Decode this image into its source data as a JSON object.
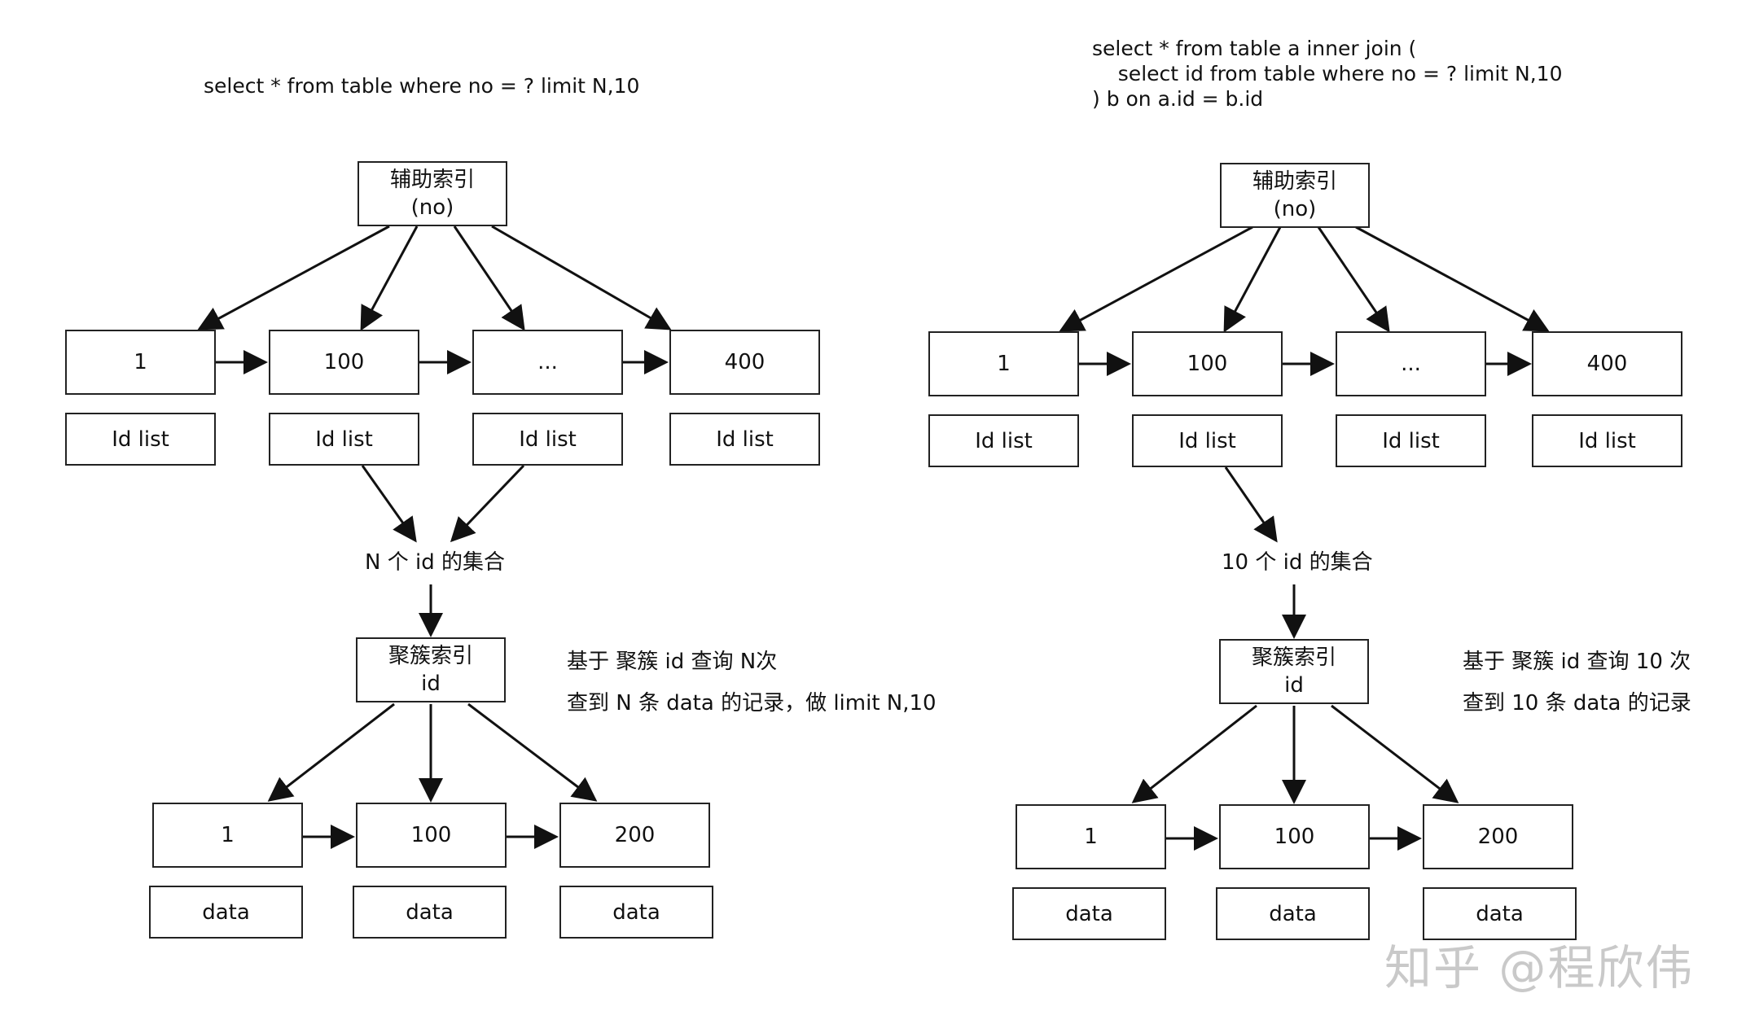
{
  "left": {
    "sql": "select * from table where no = ? limit N,10",
    "secondary_index": {
      "line1": "辅助索引",
      "line2": "(no)"
    },
    "index_nodes": [
      "1",
      "100",
      "...",
      "400"
    ],
    "id_lists": [
      "Id list",
      "Id list",
      "Id list",
      "Id list"
    ],
    "id_set": "N 个 id 的集合",
    "clustered_index": {
      "line1": "聚簇索引",
      "line2": "id"
    },
    "note_line1": "基于 聚簇 id 查询 N次",
    "note_line2": "查到 N 条 data 的记录，做 limit N,10",
    "data_nodes": [
      "1",
      "100",
      "200"
    ],
    "data_labels": [
      "data",
      "data",
      "data"
    ]
  },
  "right": {
    "sql_lines": [
      "select * from table a inner join (",
      "    select id from table where no = ? limit N,10",
      ") b on a.id = b.id"
    ],
    "secondary_index": {
      "line1": "辅助索引",
      "line2": "(no)"
    },
    "index_nodes": [
      "1",
      "100",
      "...",
      "400"
    ],
    "id_lists": [
      "Id list",
      "Id list",
      "Id list",
      "Id list"
    ],
    "id_set": "10 个 id 的集合",
    "clustered_index": {
      "line1": "聚簇索引",
      "line2": "id"
    },
    "note_line1": "基于 聚簇 id 查询 10 次",
    "note_line2": "查到 10 条 data 的记录",
    "data_nodes": [
      "1",
      "100",
      "200"
    ],
    "data_labels": [
      "data",
      "data",
      "data"
    ]
  },
  "watermark": "知乎 @程欣伟"
}
